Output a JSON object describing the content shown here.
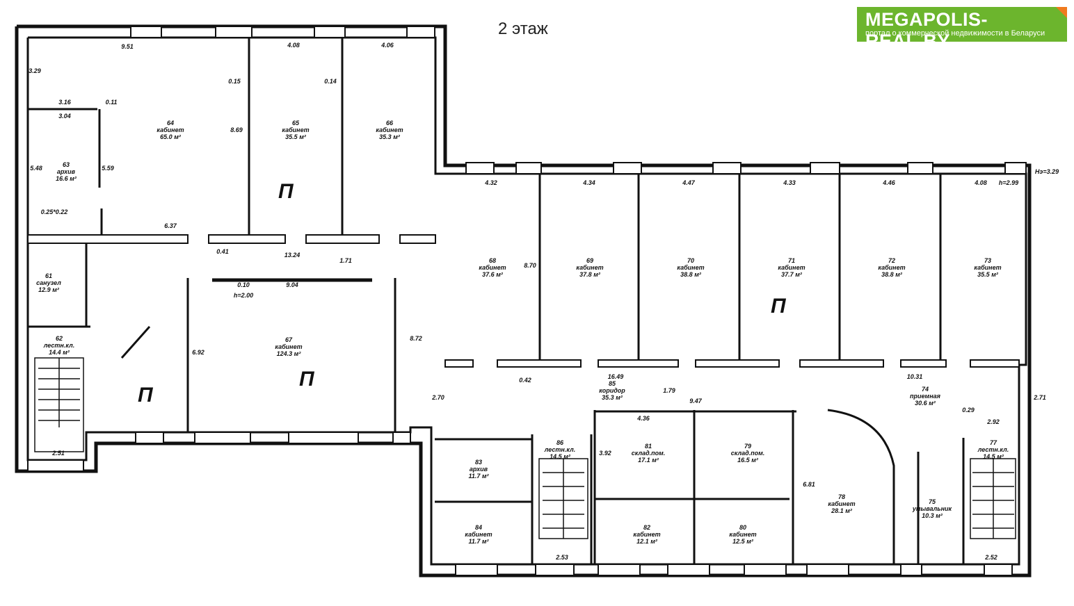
{
  "title": "2 этаж",
  "logo": {
    "brand": "MEGAPOLIS-REAL.BY",
    "tagline": "портал о коммерческой недвижимости в Беларуси",
    "color": "#6cb52d",
    "accent": "#f07a1e"
  },
  "zone_label": "П",
  "height_note": "Нэ=3.29",
  "rooms": [
    {
      "no": "61",
      "name": "санузел",
      "area": "12.9 м²"
    },
    {
      "no": "62",
      "name": "лестн.кл.",
      "area": "14.4 м²"
    },
    {
      "no": "63",
      "name": "архив",
      "area": "16.6 м²"
    },
    {
      "no": "64",
      "name": "кабинет",
      "area": "65.0 м²"
    },
    {
      "no": "65",
      "name": "кабинет",
      "area": "35.5 м²"
    },
    {
      "no": "66",
      "name": "кабинет",
      "area": "35.3 м²"
    },
    {
      "no": "67",
      "name": "кабинет",
      "area": "124.3 м²"
    },
    {
      "no": "68",
      "name": "кабинет",
      "area": "37.6 м²"
    },
    {
      "no": "69",
      "name": "кабинет",
      "area": "37.8 м²"
    },
    {
      "no": "70",
      "name": "кабинет",
      "area": "38.8 м²"
    },
    {
      "no": "71",
      "name": "кабинет",
      "area": "37.7 м²"
    },
    {
      "no": "72",
      "name": "кабинет",
      "area": "38.8 м²"
    },
    {
      "no": "73",
      "name": "кабинет",
      "area": "35.5 м²"
    },
    {
      "no": "74",
      "name": "приемная",
      "area": "30.6 м²"
    },
    {
      "no": "75",
      "name": "умывальник",
      "area": "10.3 м²"
    },
    {
      "no": "77",
      "name": "лестн.кл.",
      "area": "14.5 м²"
    },
    {
      "no": "78",
      "name": "кабинет",
      "area": "28.1 м²"
    },
    {
      "no": "79",
      "name": "склад.пом.",
      "area": "16.5 м²"
    },
    {
      "no": "80",
      "name": "кабинет",
      "area": "12.5 м²"
    },
    {
      "no": "81",
      "name": "склад.пом.",
      "area": "17.1 м²"
    },
    {
      "no": "82",
      "name": "кабинет",
      "area": "12.1 м²"
    },
    {
      "no": "83",
      "name": "архив",
      "area": "11.7 м²"
    },
    {
      "no": "84",
      "name": "кабинет",
      "area": "11.7 м²"
    },
    {
      "no": "85",
      "name": "коридор",
      "area": "35.3 м²"
    },
    {
      "no": "86",
      "name": "лестн.кл.",
      "area": "14.5 м²"
    }
  ],
  "dims": [
    "9.51",
    "4.08",
    "4.06",
    "3.29",
    "3.16",
    "3.04",
    "0.11",
    "5.48",
    "5.59",
    "8.69",
    "0.15",
    "0.14",
    "0.25*0.22",
    "6.37",
    "0.41",
    "13.24",
    "1.71",
    "9.04",
    "0.10",
    "h=2.00",
    "6.92",
    "8.72",
    "4.32",
    "4.34",
    "4.47",
    "4.33",
    "4.46",
    "4.08",
    "h=2.99",
    "8.70",
    "16.49",
    "10.31",
    "0.42",
    "1.79",
    "9.47",
    "2.70",
    "4.36",
    "3.92",
    "6.81",
    "2.51",
    "2.53",
    "2.52",
    "2.71",
    "2.92",
    "0.29"
  ]
}
